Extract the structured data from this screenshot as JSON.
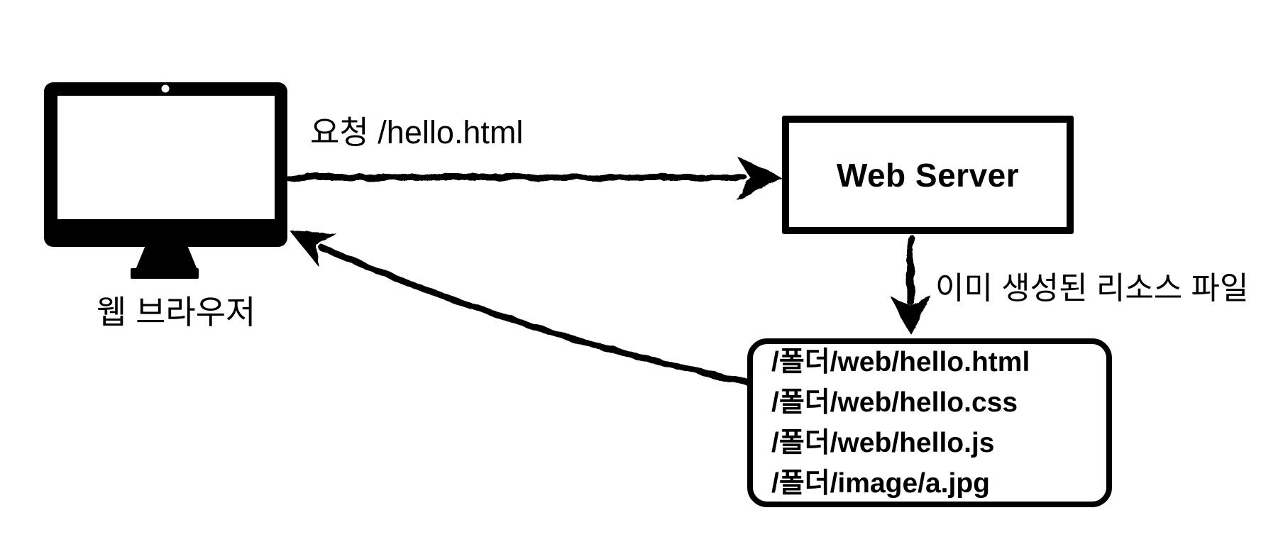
{
  "page": {
    "background_color": "#ffffff",
    "ink_color": "#000000",
    "description": "Web server static resource flow diagram"
  },
  "browser": {
    "label": "웹 브라우저"
  },
  "request_arrow": {
    "label": "요청 /hello.html",
    "from": "browser",
    "to": "web-server"
  },
  "server_box": {
    "label": "Web Server"
  },
  "response_arrow": {
    "label": "이미 생성된 리소스 파일",
    "from": "web-server",
    "to": "resource-files"
  },
  "resource_box": {
    "files": [
      "/폴더/web/hello.html",
      "/폴더/web/hello.css",
      "/폴더/web/hello.js",
      "/폴더/image/a.jpg"
    ]
  }
}
